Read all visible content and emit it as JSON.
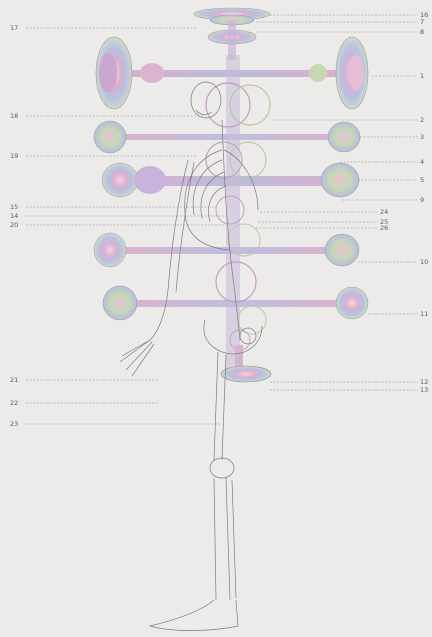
{
  "diagram": {
    "labels_left": [
      "17",
      "18",
      "19",
      "15",
      "14",
      "20",
      "21",
      "22",
      "23"
    ],
    "labels_right": [
      "16",
      "7",
      "8",
      "1",
      "2",
      "3",
      "4",
      "5",
      "9",
      "10",
      "11",
      "12",
      "13"
    ],
    "labels_mid": [
      "24",
      "25",
      "26"
    ]
  },
  "colors": {
    "background": "#ecebea",
    "disc_outer": "#a8b3d8",
    "disc_inner": "#e0a8c8",
    "pink": "#e3a9c6",
    "green": "#b9d6a6",
    "leader": "#8a8a8a",
    "bone": "#7d7d7d"
  }
}
